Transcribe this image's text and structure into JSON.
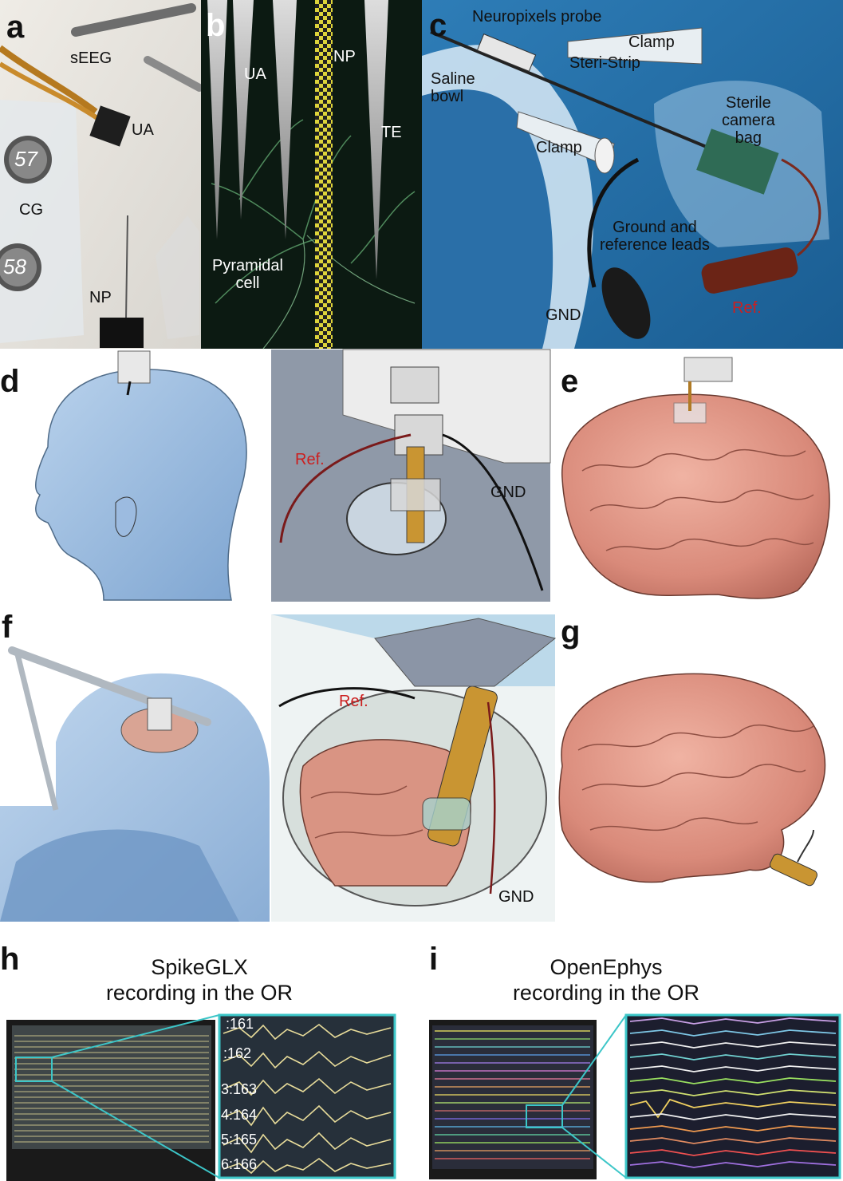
{
  "panels": {
    "a": {
      "letter": "a",
      "labels": {
        "seeg": "sEEG",
        "ua": "UA",
        "cg": "CG",
        "np": "NP",
        "num57": "57",
        "num58": "58"
      }
    },
    "b": {
      "letter": "b",
      "labels": {
        "ua": "UA",
        "np": "NP",
        "te": "TE",
        "pyramidal": "Pyramidal\ncell"
      }
    },
    "c": {
      "letter": "c",
      "labels": {
        "probe": "Neuropixels probe",
        "clamp_top": "Clamp",
        "steri": "Steri-Strip",
        "saline": "Saline\nbowl",
        "sterile_bag": "Sterile\ncamera\nbag",
        "clamp_left": "Clamp",
        "leads": "Ground and\nreference leads",
        "gnd": "GND",
        "ref": "Ref."
      }
    },
    "d": {
      "letter": "d",
      "labels": {
        "ref": "Ref.",
        "gnd": "GND"
      }
    },
    "e": {
      "letter": "e"
    },
    "f": {
      "letter": "f",
      "labels": {
        "ref": "Ref.",
        "gnd": "GND"
      }
    },
    "g": {
      "letter": "g"
    },
    "h": {
      "letter": "h",
      "title": "SpikeGLX\nrecording in the OR",
      "channels": [
        ":161",
        ":162",
        "3:163",
        "4:164",
        "5:165",
        "6:166"
      ]
    },
    "i": {
      "letter": "i",
      "title": "OpenEphys\nrecording in the OR"
    }
  },
  "colors": {
    "ref_red": "#cc1f1f",
    "accent_teal": "#3cc6c8",
    "trace_yellow": "#e8dc9a",
    "brain_pink": "#d98a7a",
    "head_blue": "#8fb4da"
  }
}
